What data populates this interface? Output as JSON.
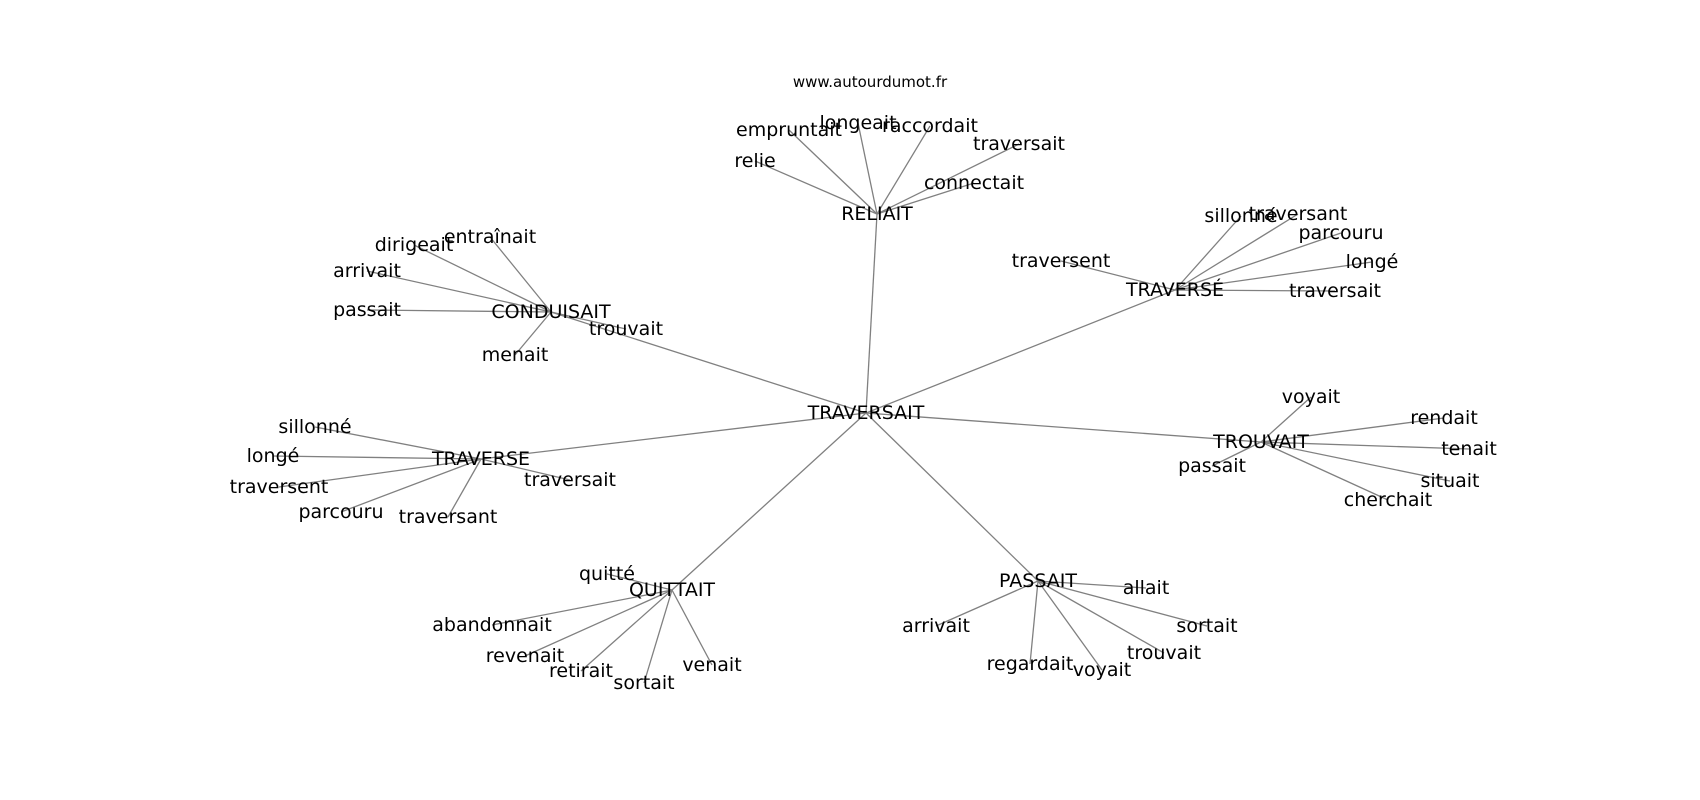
{
  "watermark": "www.autourdumot.fr",
  "center": "TRAVERSAIT",
  "clusters": [
    {
      "hub": "RELIAIT",
      "words": [
        "empruntait",
        "longeait",
        "raccordait",
        "traversait",
        "relie",
        "connectait"
      ]
    },
    {
      "hub": "TRAVERSÉ",
      "words": [
        "sillonné",
        "traversant",
        "parcouru",
        "traversent",
        "longé",
        "traversait"
      ]
    },
    {
      "hub": "CONDUISAIT",
      "words": [
        "dirigeait",
        "entraînait",
        "arrivait",
        "passait",
        "trouvait",
        "menait"
      ]
    },
    {
      "hub": "TRAVERSE",
      "words": [
        "sillonné",
        "longé",
        "traversent",
        "traversait",
        "parcouru",
        "traversant"
      ]
    },
    {
      "hub": "TROUVAIT",
      "words": [
        "voyait",
        "rendait",
        "tenait",
        "passait",
        "situait",
        "cherchait"
      ]
    },
    {
      "hub": "QUITTAIT",
      "words": [
        "quitté",
        "abandonnait",
        "revenait",
        "retirait",
        "sortait",
        "venait"
      ]
    },
    {
      "hub": "PASSAIT",
      "words": [
        "allait",
        "arrivait",
        "sortait",
        "trouvait",
        "regardait",
        "voyait"
      ]
    }
  ]
}
